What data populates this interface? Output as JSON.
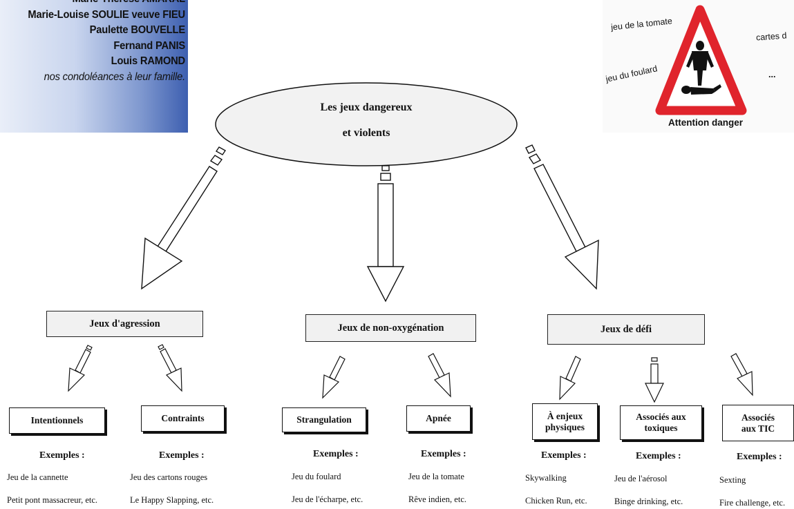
{
  "panel": {
    "lines": [
      "Marie-Thérèse AMARAL",
      "Marie-Louise SOULIE veuve FIEU",
      "Paulette BOUVELLE",
      "Fernand PANIS",
      "Louis RAMOND",
      "nos condoléances à leur famille."
    ]
  },
  "warning": {
    "label_tomate": "jeu de la tomate",
    "label_cartes": "cartes d",
    "label_foulard": "jeu du foulard",
    "label_dots": "...",
    "caption": "Attention danger"
  },
  "root": {
    "line1": "Les jeux dangereux",
    "line2": "et violents"
  },
  "categories": [
    {
      "label": "Jeux d'agression",
      "subs": [
        {
          "label": "Intentionnels",
          "examples_title": "Exemples :",
          "items": [
            "Jeu de la cannette",
            "Petit pont massacreur, etc."
          ]
        },
        {
          "label": "Contraints",
          "examples_title": "Exemples :",
          "items": [
            "Jeu des cartons rouges",
            "Le Happy Slapping, etc."
          ]
        }
      ]
    },
    {
      "label": "Jeux de non-oxygénation",
      "subs": [
        {
          "label": "Strangulation",
          "examples_title": "Exemples :",
          "items": [
            "Jeu du foulard",
            "Jeu de l'écharpe, etc."
          ]
        },
        {
          "label": "Apnée",
          "examples_title": "Exemples :",
          "items": [
            "Jeu de la tomate",
            "Rêve indien, etc."
          ]
        }
      ]
    },
    {
      "label": "Jeux de défi",
      "subs": [
        {
          "label_line1": "À enjeux",
          "label_line2": "physiques",
          "examples_title": "Exemples :",
          "items": [
            "Skywalking",
            "Chicken Run, etc."
          ]
        },
        {
          "label_line1": "Associés aux",
          "label_line2": "toxiques",
          "examples_title": "Exemples :",
          "items": [
            "Jeu de l'aérosol",
            "Binge drinking, etc."
          ]
        },
        {
          "label_line1": "Associés",
          "label_line2": "aux TIC",
          "examples_title": "Exemples :",
          "items": [
            "Sexting",
            "Fire challenge, etc."
          ]
        }
      ]
    }
  ]
}
